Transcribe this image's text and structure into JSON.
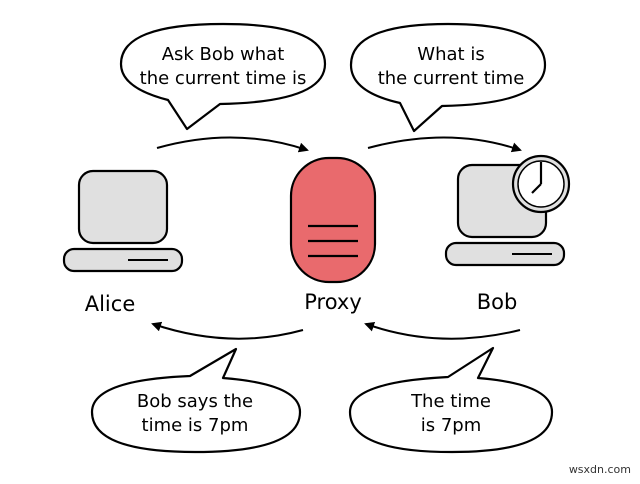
{
  "bubbles": {
    "alice_request": {
      "lines": [
        "Ask Bob what",
        "the current time is"
      ]
    },
    "proxy_request": {
      "lines": [
        "What is",
        "the current time"
      ]
    },
    "proxy_response": {
      "lines": [
        "Bob says the",
        "time is 7pm"
      ]
    },
    "bob_response": {
      "lines": [
        "The time",
        "is 7pm"
      ]
    }
  },
  "nodes": {
    "alice": {
      "label": "Alice"
    },
    "proxy": {
      "label": "Proxy",
      "color": "#e96a6d"
    },
    "bob": {
      "label": "Bob"
    }
  },
  "colors": {
    "device_fill": "#e0e0e0",
    "outline": "#000000",
    "proxy_fill": "#e96a6d"
  },
  "icons": {
    "alice": "computer-icon",
    "proxy": "server-icon",
    "bob": "computer-icon",
    "bob_clock": "clock-icon"
  },
  "watermark": "wsxdn.com"
}
